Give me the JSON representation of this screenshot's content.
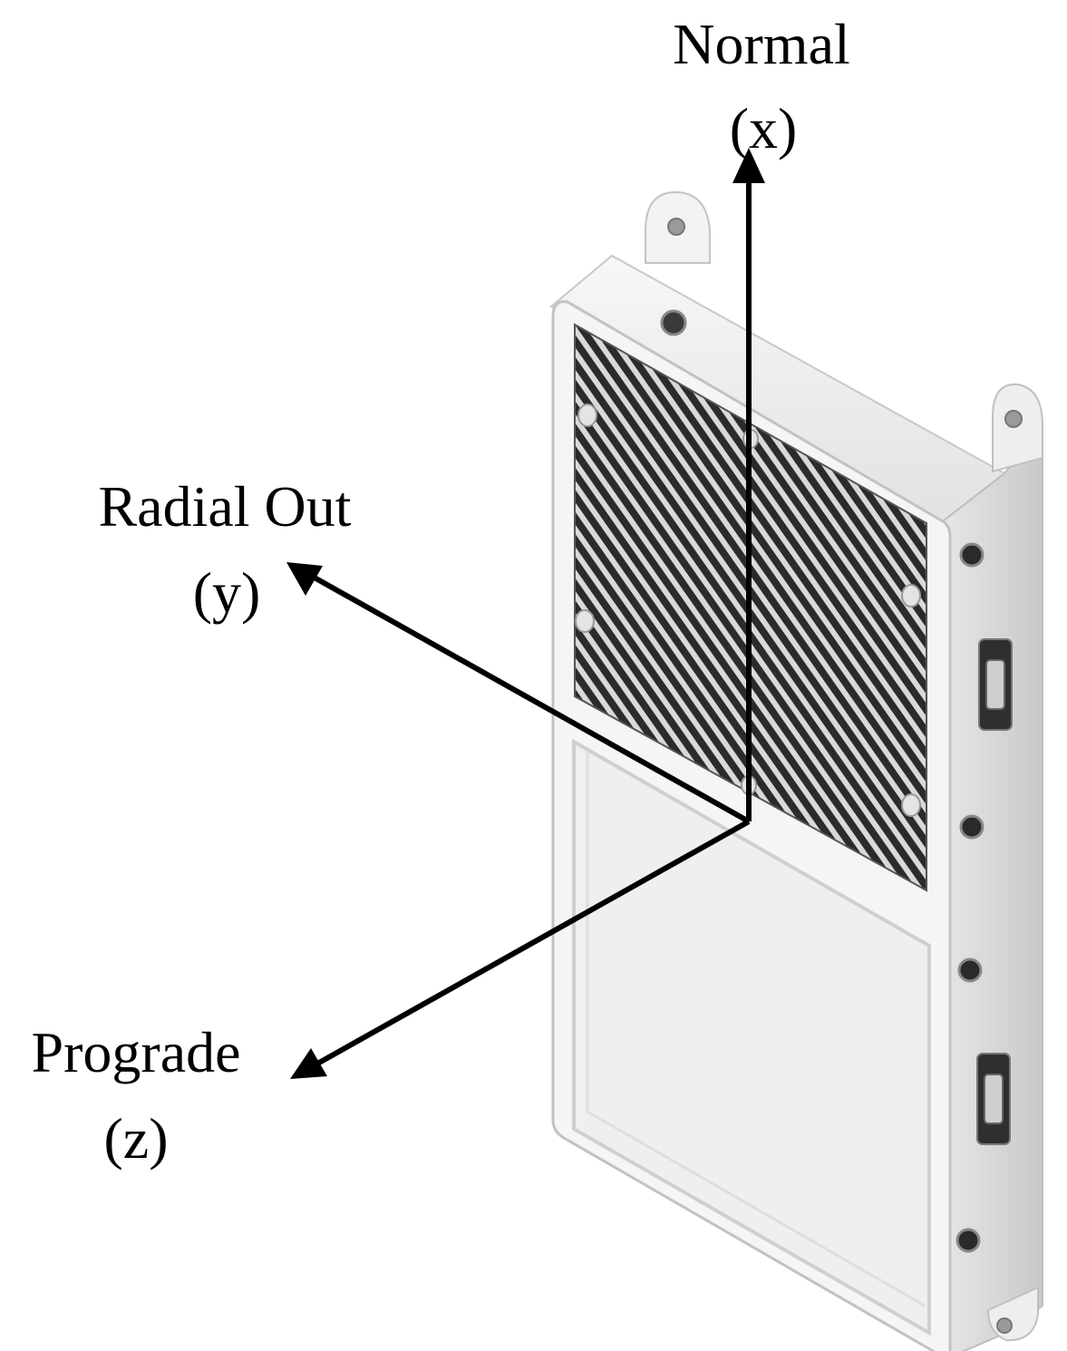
{
  "axes": {
    "normal": {
      "name": "Normal",
      "symbol": "(x)"
    },
    "radial": {
      "name": "Radial Out",
      "symbol": "(y)"
    },
    "prograde": {
      "name": "Prograde",
      "symbol": "(z)"
    }
  },
  "colors": {
    "background": "#ffffff",
    "arrow": "#000000",
    "housing": "#f2f2f2",
    "housing_side": "#dcdcdc",
    "panel_dark": "#2b2b2b",
    "panel_stripe": "#d9d9d9"
  }
}
